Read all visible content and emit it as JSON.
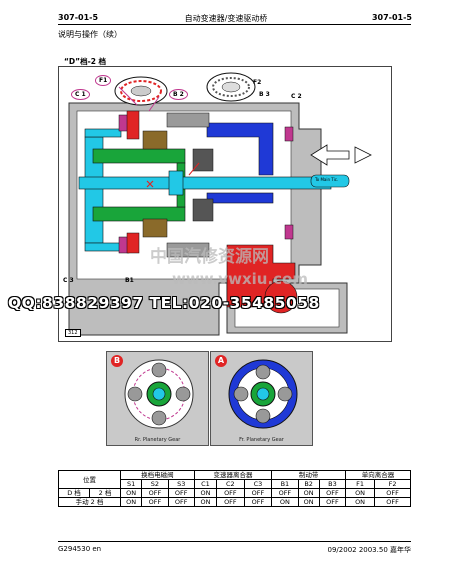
{
  "header": {
    "page_left": "307-01-5",
    "title": "自动变速器/变速驱动桥",
    "page_right": "307-01-5"
  },
  "section_title": "说明与操作（续）",
  "figure_title": "“D”档-2 档",
  "figure": {
    "labels": {
      "c1": "C 1",
      "f1": "F1",
      "b2": "B 2",
      "f2": "F2",
      "b3": "B 3",
      "c2": "C 2",
      "c3": "C 3",
      "b1": "B1",
      "shaft_arrow": "To Main Tic."
    },
    "figure_number": "312"
  },
  "detail_panels": {
    "b": {
      "badge": "B",
      "caption": "Rr. Planetary Gear"
    },
    "a": {
      "badge": "A",
      "caption": "Fr. Planetary Gear"
    }
  },
  "table": {
    "group_headers": [
      "位置",
      "换档电磁阀",
      "变速器离合器",
      "制动带",
      "单向离合器"
    ],
    "columns": [
      "S1",
      "S2",
      "S3",
      "C1",
      "C2",
      "C3",
      "B1",
      "B2",
      "B3",
      "F1",
      "F2"
    ],
    "rows": [
      {
        "label_main": "D 档",
        "label_sub": "2 档",
        "values": [
          "ON",
          "OFF",
          "OFF",
          "ON",
          "OFF",
          "OFF",
          "OFF",
          "ON",
          "OFF",
          "ON",
          "OFF"
        ]
      },
      {
        "label_main": "手动 2 档",
        "label_sub": "",
        "values": [
          "ON",
          "OFF",
          "OFF",
          "ON",
          "OFF",
          "OFF",
          "ON",
          "ON",
          "OFF",
          "ON",
          "OFF"
        ]
      }
    ]
  },
  "footer": {
    "left": "G294530 en",
    "right": "09/2002 2003.50 嘉年华"
  },
  "watermark": {
    "site_cn": "中国汽修资源网",
    "site_url": "www.vwxiu.com",
    "contact": "QQ:838829397 TEL:020-35485058"
  },
  "colors": {
    "cyan": "#22c8e6",
    "green": "#19a53a",
    "red": "#e02424",
    "blue": "#1f39d6",
    "magenta": "#c0388f",
    "gray": "#9a9a9a"
  }
}
